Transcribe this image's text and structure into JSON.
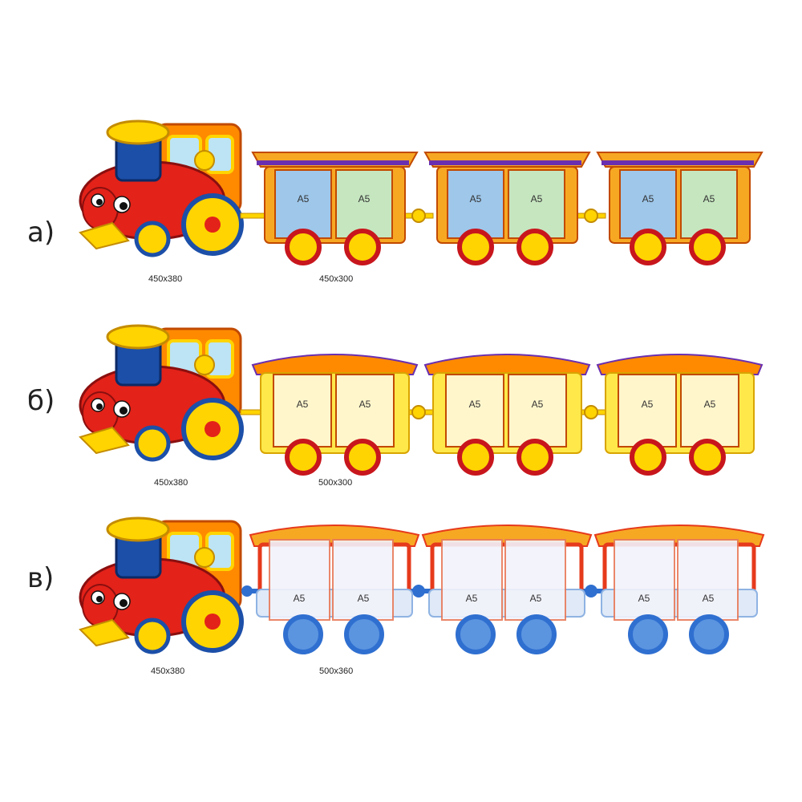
{
  "rows": [
    {
      "label": "а)",
      "locomotive_size": "450x380",
      "wagon_size": "450x300",
      "style": "gradient",
      "wagons": [
        [
          "A5",
          "A5"
        ],
        [
          "A5",
          "A5"
        ],
        [
          "A5",
          "A5"
        ]
      ]
    },
    {
      "label": "б)",
      "locomotive_size": "450x380",
      "wagon_size": "500x300",
      "style": "cream",
      "wagons": [
        [
          "A5",
          "A5"
        ],
        [
          "A5",
          "A5"
        ],
        [
          "A5",
          "A5"
        ]
      ]
    },
    {
      "label": "в)",
      "locomotive_size": "450x380",
      "wagon_size": "500x360",
      "style": "passenger",
      "wagons": [
        [
          "A5",
          "A5"
        ],
        [
          "A5",
          "A5"
        ],
        [
          "A5",
          "A5"
        ]
      ]
    }
  ],
  "colors": {
    "loco_red": "#e32219",
    "loco_yellow": "#ffd400",
    "loco_blue": "#1c4fa8",
    "wagon_orange": "#f7a823",
    "wheel_red": "#c8161d",
    "wheel_blue": "#2f6fd0",
    "roof_red": "#e63a1c"
  }
}
